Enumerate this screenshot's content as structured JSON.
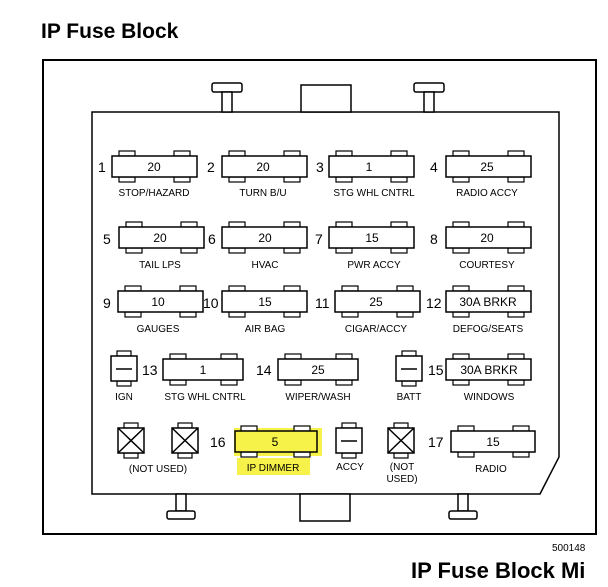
{
  "header": {
    "title": "IP Fuse Block"
  },
  "footer": {
    "diagram_number": "500148",
    "caption": "IP Fuse Block Mi"
  },
  "colors": {
    "highlight": "#f7f24a",
    "line": "#000000",
    "background": "#ffffff"
  },
  "fuses": [
    {
      "id": "f1",
      "position": "1",
      "rating": "20",
      "label": "STOP/HAZARD"
    },
    {
      "id": "f2",
      "position": "2",
      "rating": "20",
      "label": "TURN B/U"
    },
    {
      "id": "f3",
      "position": "3",
      "rating": "1",
      "label": "STG WHL CNTRL"
    },
    {
      "id": "f4",
      "position": "4",
      "rating": "25",
      "label": "RADIO ACCY"
    },
    {
      "id": "f5",
      "position": "5",
      "rating": "20",
      "label": "TAIL LPS"
    },
    {
      "id": "f6",
      "position": "6",
      "rating": "20",
      "label": "HVAC"
    },
    {
      "id": "f7",
      "position": "7",
      "rating": "15",
      "label": "PWR ACCY"
    },
    {
      "id": "f8",
      "position": "8",
      "rating": "20",
      "label": "COURTESY"
    },
    {
      "id": "f9",
      "position": "9",
      "rating": "10",
      "label": "GAUGES"
    },
    {
      "id": "f10",
      "position": "10",
      "rating": "15",
      "label": "AIR BAG"
    },
    {
      "id": "f11",
      "position": "11",
      "rating": "25",
      "label": "CIGAR/ACCY"
    },
    {
      "id": "f12",
      "position": "12",
      "rating": "30A BRKR",
      "label": "DEFOG/SEATS"
    },
    {
      "id": "f13",
      "position": "13",
      "rating": "1",
      "label": "STG WHL CNTRL"
    },
    {
      "id": "f14",
      "position": "14",
      "rating": "25",
      "label": "WIPER/WASH"
    },
    {
      "id": "f15",
      "position": "15",
      "rating": "30A BRKR",
      "label": "WINDOWS"
    },
    {
      "id": "f16",
      "position": "16",
      "rating": "5",
      "label": "IP DIMMER",
      "highlighted": true
    },
    {
      "id": "f17",
      "position": "17",
      "rating": "15",
      "label": "RADIO"
    }
  ],
  "relays": [
    {
      "id": "r-ign",
      "label": "IGN",
      "type": "dash"
    },
    {
      "id": "r-batt",
      "label": "BATT",
      "type": "dash"
    },
    {
      "id": "r-accy",
      "label": "ACCY",
      "type": "dash"
    },
    {
      "id": "r-nu1",
      "type": "x"
    },
    {
      "id": "r-nu2",
      "type": "x"
    },
    {
      "id": "r-nu3",
      "type": "x"
    }
  ],
  "not_used_labels": {
    "left": "(NOT USED)",
    "right_line1": "(NOT",
    "right_line2": "USED)"
  }
}
